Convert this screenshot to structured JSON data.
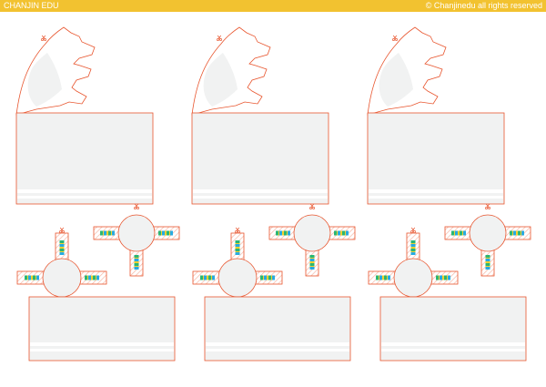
{
  "header": {
    "brand": "CHANJIN EDU",
    "copyright": "© Chanjinedu all rights reserved"
  },
  "colors": {
    "header_bg": "#f2c230",
    "cut_line": "#e8552e",
    "panel_fill": "#f1f2f2",
    "band": "#ffffff",
    "hatch": "#f6b8a6",
    "stripe_green": "#2bb673",
    "stripe_blue": "#27aae1",
    "stripe_yellow": "#f7d02b"
  },
  "icons": {
    "scissors": "scissors-icon"
  },
  "template_sets": [
    {
      "id": "set-1"
    },
    {
      "id": "set-2"
    },
    {
      "id": "set-3"
    }
  ]
}
